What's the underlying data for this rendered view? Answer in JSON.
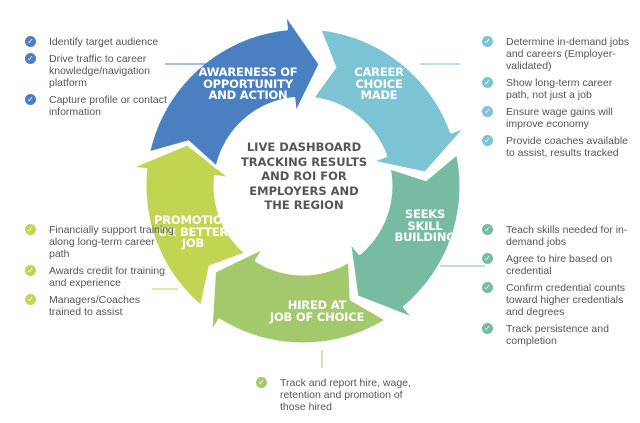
{
  "colors": {
    "awareness": "#4a7fc1",
    "career": "#7cc3d3",
    "skill": "#77bca0",
    "hired": "#a3c96c",
    "promotion": "#c3d452"
  },
  "center": "LIVE DASHBOARD TRACKING RESULTS AND ROI FOR EMPLOYERS AND THE REGION",
  "stages": {
    "awareness": [
      "AWARENESS OF",
      "OPPORTUNITY",
      "AND ACTION"
    ],
    "career": [
      "CAREER",
      "CHOICE",
      "MADE"
    ],
    "skill": [
      "SEEKS",
      "SKILL",
      "BUILDING"
    ],
    "hired": [
      "HIRED AT",
      "JOB OF CHOICE"
    ],
    "promotion": [
      "PROMOTION",
      "OR BETTER",
      "JOB"
    ]
  },
  "lists": {
    "awareness": [
      "Identify target audience",
      "Drive traffic to career knowledge/navigation platform",
      "Capture profile or contact information"
    ],
    "career": [
      "Determine in-demand jobs and careers (Employer-validated)",
      "Show long-term career path, not just a job",
      "Ensure wage gains will improve economy",
      "Provide coaches available to assist, results tracked"
    ],
    "skill": [
      "Teach skills needed for in-demand jobs",
      "Agree to hire based on credential",
      "Confirm credential counts toward higher credentials and degrees",
      "Track persistence and completion"
    ],
    "hired": [
      "Track and report hire, wage, retention and promotion of those hired"
    ],
    "promotion": [
      "Financially support training along long-term career path",
      "Awards credit for training and experience",
      "Managers/Coaches trained to assist"
    ]
  }
}
